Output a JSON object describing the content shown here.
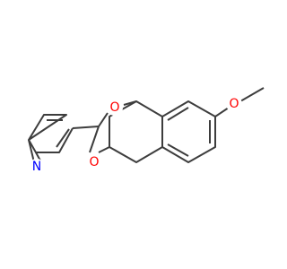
{
  "molecule": {
    "atoms": {
      "o_methoxy": "O",
      "o_ring_upper": "O",
      "o_ring_lower": "O",
      "n_pyridine": "N"
    },
    "colors": {
      "bond": "#3d3d3d",
      "oxygen": "#ff0000",
      "nitrogen": "#0000ff",
      "background": "#ffffff"
    }
  }
}
